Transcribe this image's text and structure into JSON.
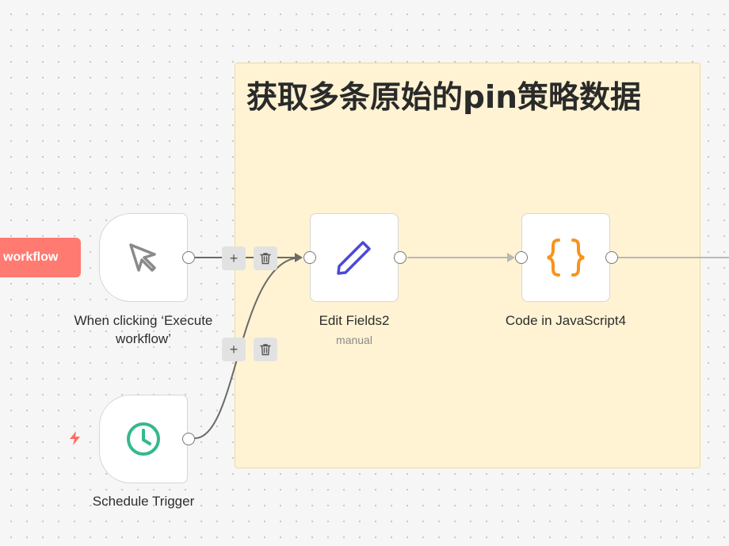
{
  "sticky_note": {
    "title": "获取多条原始的pin策略数据",
    "color": "#fff3d3"
  },
  "execute_pill": {
    "label": "workflow",
    "color": "#ff7a71"
  },
  "nodes": [
    {
      "name": "When clicking ‘Execute workflow’",
      "label_line1": "When clicking ‘Execute",
      "label_line2": "workflow’",
      "icon": "mouse-pointer-icon"
    },
    {
      "name": "Schedule Trigger",
      "label": "Schedule Trigger",
      "icon": "clock-icon"
    },
    {
      "name": "Edit Fields2",
      "label": "Edit Fields2",
      "sublabel": "manual",
      "icon": "pencil-icon"
    },
    {
      "name": "Code in JavaScript4",
      "label": "Code in JavaScript4",
      "icon": "code-braces-icon"
    }
  ],
  "edge_controls": {
    "add_symbol": "+",
    "delete_icon": "trash-icon"
  },
  "colors": {
    "clock": "#35b88c",
    "pencil": "#4a49d6",
    "code": "#f7931e",
    "bolt": "#ff6b5f"
  }
}
